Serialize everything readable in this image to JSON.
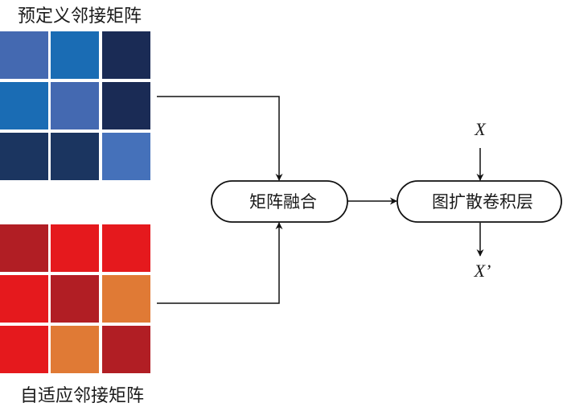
{
  "predefined_matrix": {
    "title": "预定义邻接矩阵",
    "cells": [
      [
        "#4469B1",
        "#1A6CB4",
        "#1A2B55"
      ],
      [
        "#1A6CB4",
        "#4469B1",
        "#1A2B55"
      ],
      [
        "#1B3560",
        "#1B3560",
        "#4571BA"
      ]
    ]
  },
  "adaptive_matrix": {
    "title": "自适应邻接矩阵",
    "cells": [
      [
        "#B11E24",
        "#E5191D",
        "#E5191D"
      ],
      [
        "#E5191D",
        "#B11E24",
        "#E07A35"
      ],
      [
        "#E5191D",
        "#E07A35",
        "#B11E24"
      ]
    ]
  },
  "nodes": {
    "fusion": "矩阵融合",
    "gdc_layer": "图扩散卷积层"
  },
  "variables": {
    "input": "X",
    "output": "X’"
  }
}
